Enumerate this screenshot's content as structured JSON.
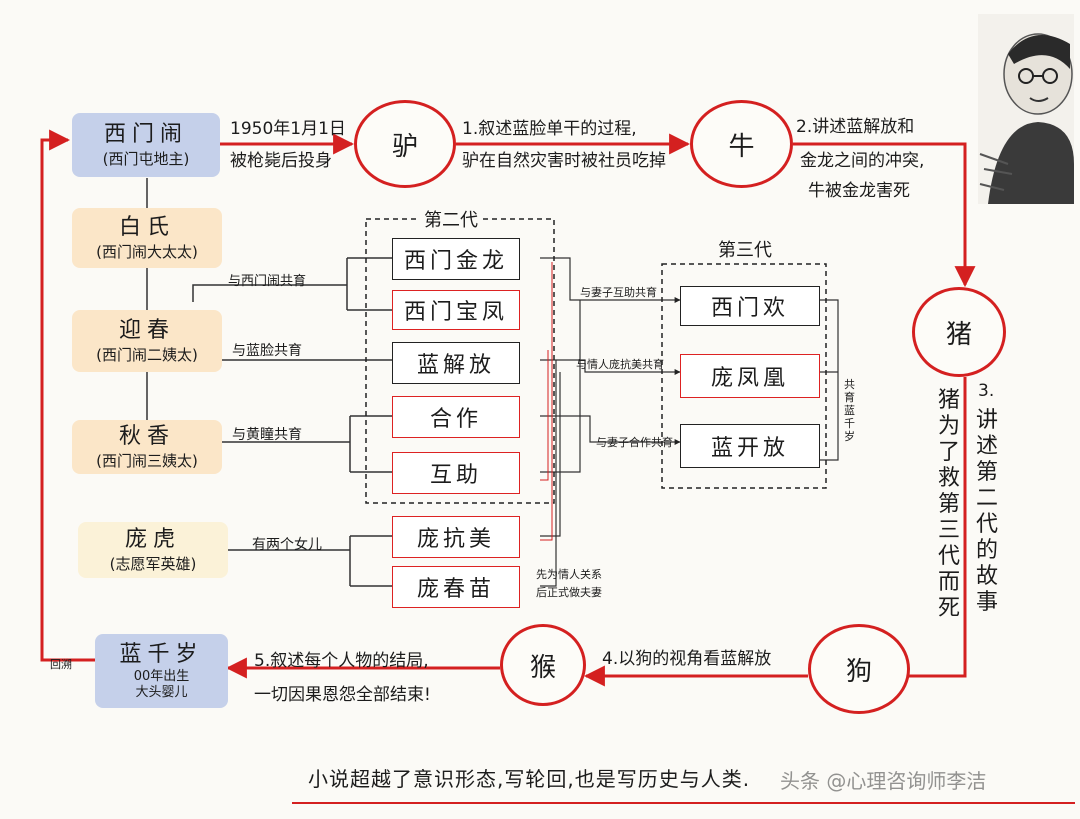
{
  "people": {
    "ximennao": {
      "name": "西门闹",
      "sub": "(西门屯地主)"
    },
    "baishi": {
      "name": "白氏",
      "sub": "(西门闹大太太)"
    },
    "yingchun": {
      "name": "迎春",
      "sub": "(西门闹二姨太)"
    },
    "qiuxiang": {
      "name": "秋香",
      "sub": "(西门闹三姨太)"
    },
    "panghu": {
      "name": "庞虎",
      "sub": "(志愿军英雄)"
    },
    "lanqiansui": {
      "name": "蓝千岁",
      "sub_line1": "00年出生",
      "sub_line2": "大头婴儿"
    }
  },
  "reincarnations": {
    "donkey": "驴",
    "ox": "牛",
    "pig": "猪",
    "dog": "狗",
    "monkey": "猴"
  },
  "narration": {
    "n0_line1": "1950年1月1日",
    "n0_line2": "被枪毙后投身",
    "n1_line1": "1.叙述蓝脸单干的过程,",
    "n1_line2": "驴在自然灾害时被社员吃掉",
    "n2_line1": "2.讲述蓝解放和",
    "n2_line2": "金龙之间的冲突,",
    "n2_line3": "牛被金龙害死",
    "n3_label": "3.",
    "n3_col1": "讲述第二代的故事",
    "n3_col2": "猪为了救第三代而死",
    "n4": "4.以狗的视角看蓝解放",
    "n5_line1": "5.叙述每个人物的结局,",
    "n5_line2": "一切因果恩怨全部结束!",
    "return_label": "回溯"
  },
  "generation2": {
    "title": "第二代",
    "members": [
      "西门金龙",
      "西门宝凤",
      "蓝解放",
      "合作",
      "互助"
    ]
  },
  "generation3": {
    "title": "第三代",
    "members": [
      "西门欢",
      "庞凤凰",
      "蓝开放"
    ]
  },
  "panghu_children": [
    "庞抗美",
    "庞春苗"
  ],
  "relations": {
    "with_ximennao": "与西门闹共育",
    "with_lanlian": "与蓝脸共育",
    "with_huangtong": "与黄瞳共育",
    "two_daughters": "有两个女儿",
    "wife_huzhu": "与妻子互助共育",
    "lover_kangmei": "与情人庞抗美共育",
    "hezuo": "与妻子合作共育",
    "chunmiao_line1": "先为情人关系",
    "chunmiao_line2": "后正式做夫妻",
    "lanqiansui_parents": "共育蓝千岁"
  },
  "footer": "小说超越了意识形态,写轮回,也是写历史与人类.",
  "watermark": "头条 @心理咨询师李洁",
  "colors": {
    "accent_red": "#d42020",
    "blue_box": "#c5d0ea",
    "peach_box": "#fbe6c8"
  }
}
